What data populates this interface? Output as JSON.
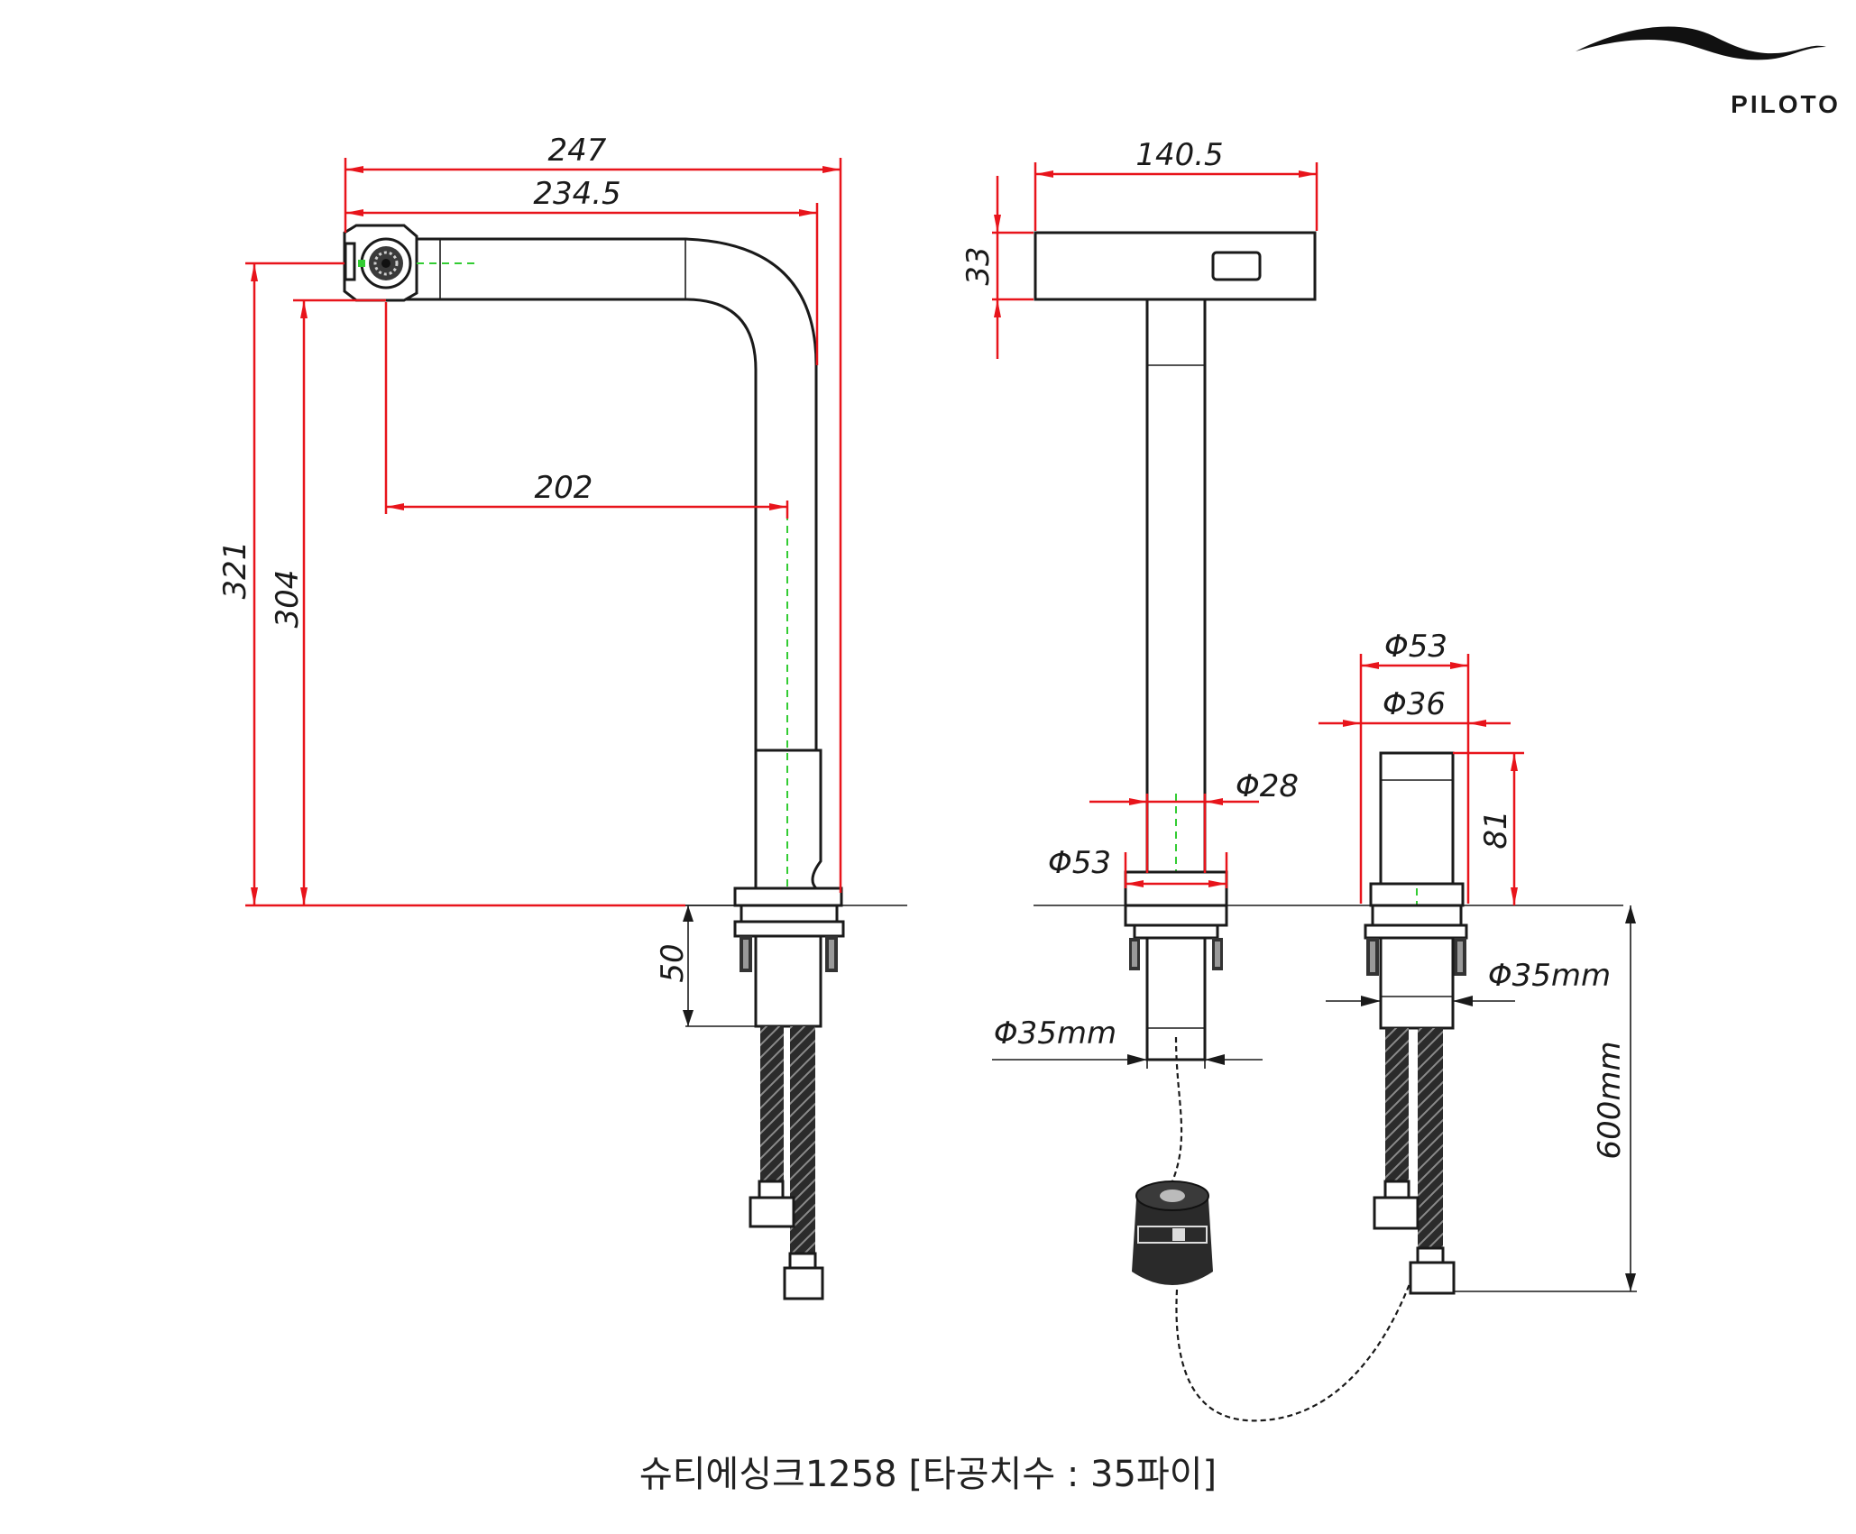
{
  "brand": {
    "name": "PILOTO"
  },
  "dimensions": {
    "side_total_width": "247",
    "side_spout_width": "234.5",
    "side_reach": "202",
    "side_total_height": "321",
    "side_outlet_height": "304",
    "side_under_counter": "50",
    "front_head_width": "140.5",
    "front_head_height": "33",
    "front_body_dia": "Φ28",
    "front_base_dia": "Φ53",
    "front_hole_dia": "Φ35mm",
    "sensor_top_dia": "Φ53",
    "sensor_body_dia": "Φ36",
    "sensor_height": "81",
    "sensor_hole_dia": "Φ35mm",
    "hose_length": "600mm"
  },
  "caption": "슈티에싱크1258 [타공치수 : 35파이]",
  "colors": {
    "dimension_line": "#e8141b",
    "outline": "#1a1a1a",
    "centerline": "#33cc33"
  }
}
